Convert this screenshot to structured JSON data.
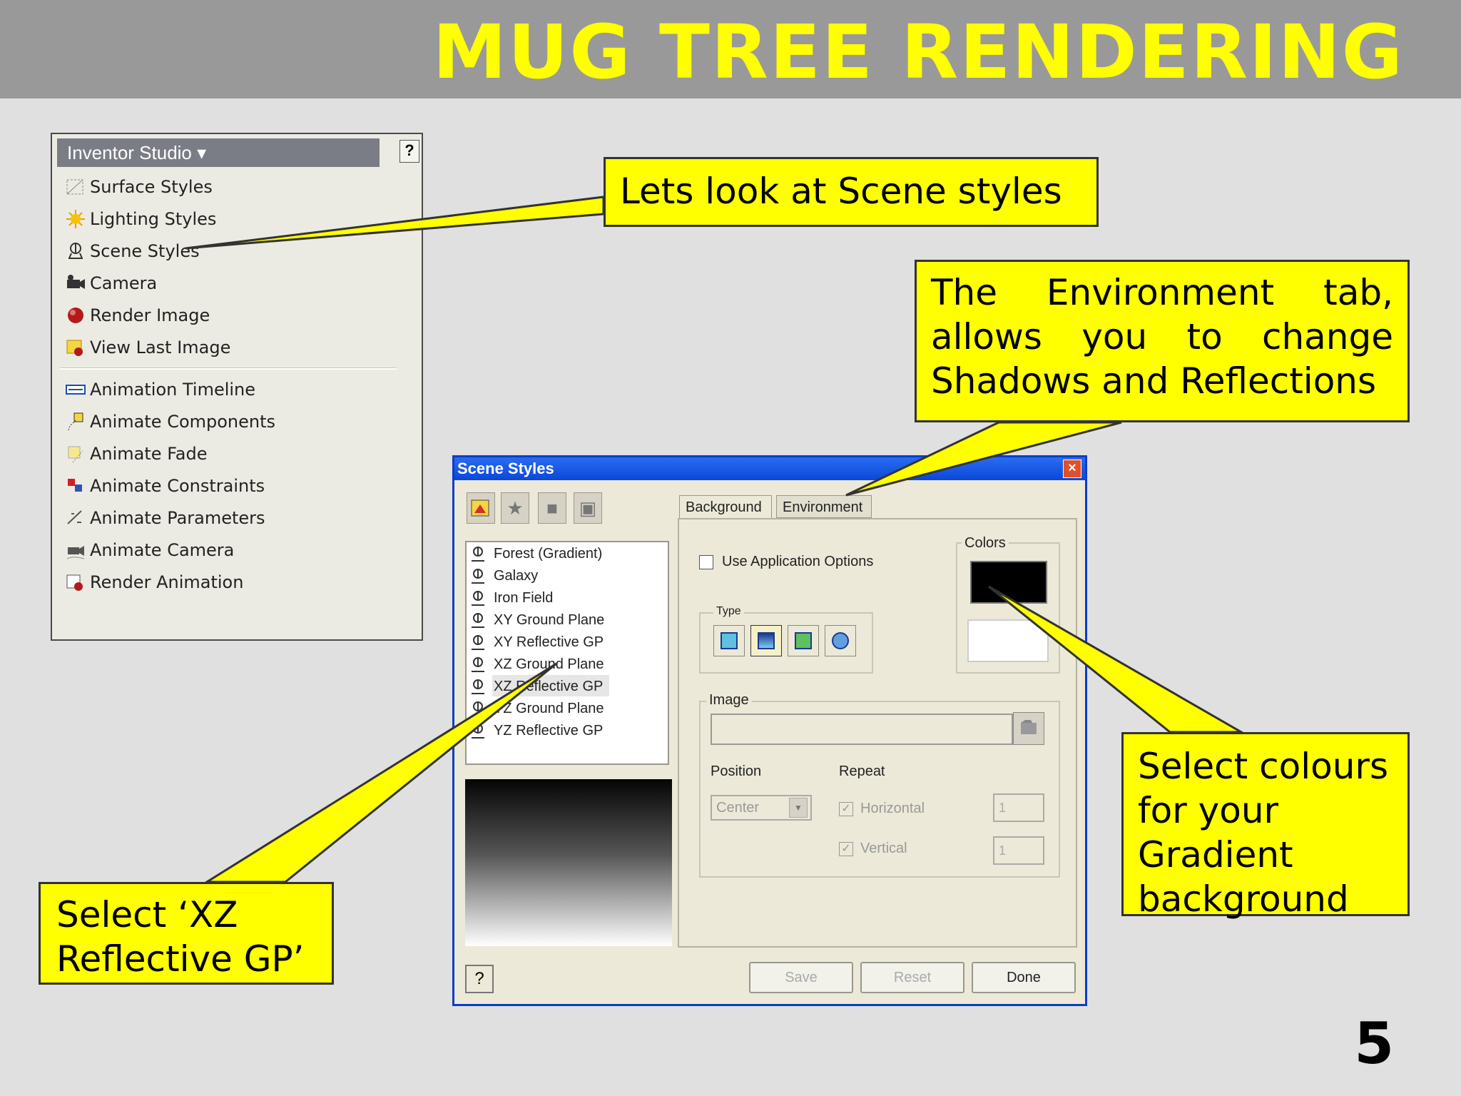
{
  "slide": {
    "title": "MUG TREE RENDERING",
    "page_number": "5",
    "accent": "#ffff00",
    "header_bg": "#999999"
  },
  "studio": {
    "title": "Inventor Studio",
    "items": [
      {
        "label": "Surface Styles",
        "icon": "surface-styles-icon"
      },
      {
        "label": "Lighting Styles",
        "icon": "lighting-styles-icon"
      },
      {
        "label": "Scene Styles",
        "icon": "scene-styles-icon"
      },
      {
        "label": "Camera",
        "icon": "camera-icon"
      },
      {
        "label": "Render Image",
        "icon": "render-image-icon"
      },
      {
        "label": "View Last Image",
        "icon": "view-last-image-icon"
      },
      {
        "label": "Animation Timeline",
        "icon": "animation-timeline-icon"
      },
      {
        "label": "Animate Components",
        "icon": "animate-components-icon"
      },
      {
        "label": "Animate Fade",
        "icon": "animate-fade-icon"
      },
      {
        "label": "Animate Constraints",
        "icon": "animate-constraints-icon"
      },
      {
        "label": "Animate Parameters",
        "icon": "animate-parameters-icon"
      },
      {
        "label": "Animate Camera",
        "icon": "animate-camera-icon"
      },
      {
        "label": "Render Animation",
        "icon": "render-animation-icon"
      }
    ]
  },
  "dialog": {
    "title": "Scene Styles",
    "styles": [
      "Forest (Gradient)",
      "Galaxy",
      "Iron Field",
      "XY Ground Plane",
      "XY Reflective GP",
      "XZ Ground Plane",
      "XZ Reflective GP",
      "YZ Ground Plane",
      "YZ Reflective GP"
    ],
    "tabs": [
      "Background",
      "Environment"
    ],
    "use_app_options": "Use Application Options",
    "type_label": "Type",
    "colors_label": "Colors",
    "image_label": "Image",
    "position_label": "Position",
    "position_value": "Center",
    "repeat_label": "Repeat",
    "horizontal": "Horizontal",
    "vertical": "Vertical",
    "horizontal_value": "1",
    "vertical_value": "1",
    "save": "Save",
    "reset": "Reset",
    "done": "Done"
  },
  "callouts": {
    "c1": "Lets look at Scene styles",
    "c2": "The Environment tab, allows you to change Shadows and Reflections",
    "c3": "Select colours for your Gradient background",
    "c4": "Select ‘XZ Reflective GP’"
  }
}
